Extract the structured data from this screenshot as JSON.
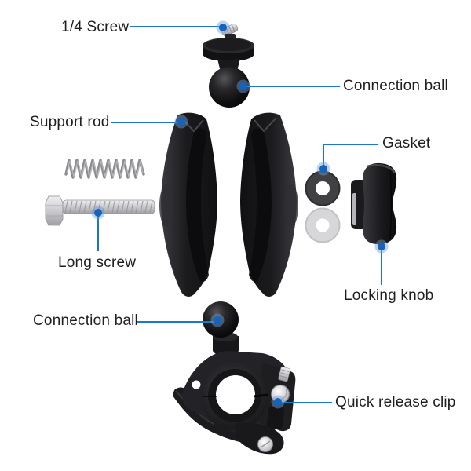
{
  "figure": {
    "type": "exploded product diagram",
    "background": "#ffffff",
    "accent": "#1e76c8",
    "accent_dark": "#1563ba",
    "accent_halo": "rgba(110,160,215,0.45)",
    "text_color": "#1f1f1f"
  },
  "labels": [
    {
      "id": "quarter-screw",
      "text": "1/4 Screw"
    },
    {
      "id": "connection-ball-top",
      "text": "Connection ball"
    },
    {
      "id": "support-rod",
      "text": "Support rod"
    },
    {
      "id": "gasket",
      "text": "Gasket"
    },
    {
      "id": "long-screw",
      "text": "Long screw"
    },
    {
      "id": "locking-knob",
      "text": "Locking knob"
    },
    {
      "id": "connection-ball-bottom",
      "text": "Connection ball"
    },
    {
      "id": "quick-release-clip",
      "text": "Quick release clip"
    }
  ]
}
